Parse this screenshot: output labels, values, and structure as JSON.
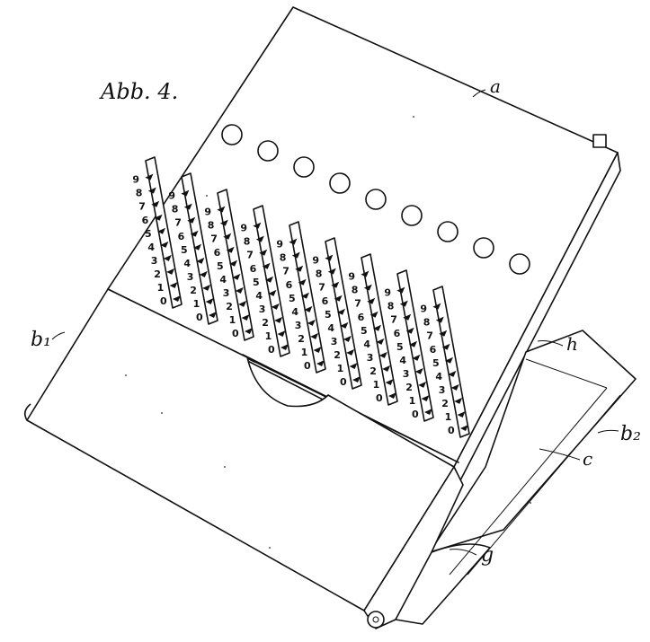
{
  "figure": {
    "caption": "Abb. 4.",
    "labels": {
      "a": "a",
      "b1": "b₁",
      "b2": "b₂",
      "c": "c",
      "h": "h",
      "g": "g"
    },
    "digits": [
      "0",
      "1",
      "2",
      "3",
      "4",
      "5",
      "6",
      "7",
      "8",
      "9"
    ],
    "column_count": 9,
    "knob_count": 9
  }
}
